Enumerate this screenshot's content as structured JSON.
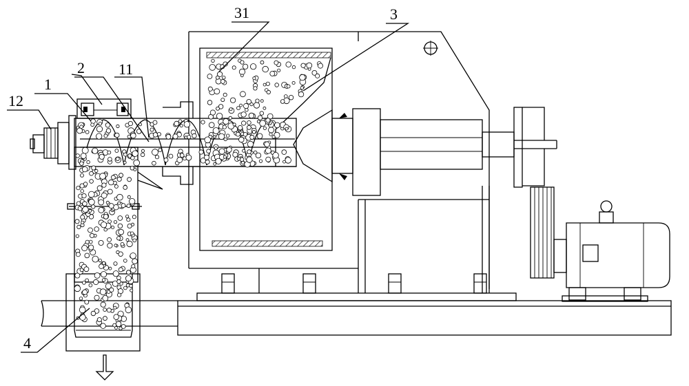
{
  "labels": {
    "l1": "1",
    "l2": "2",
    "l3": "3",
    "l4": "4",
    "l11": "11",
    "l12": "12",
    "l31": "31"
  }
}
